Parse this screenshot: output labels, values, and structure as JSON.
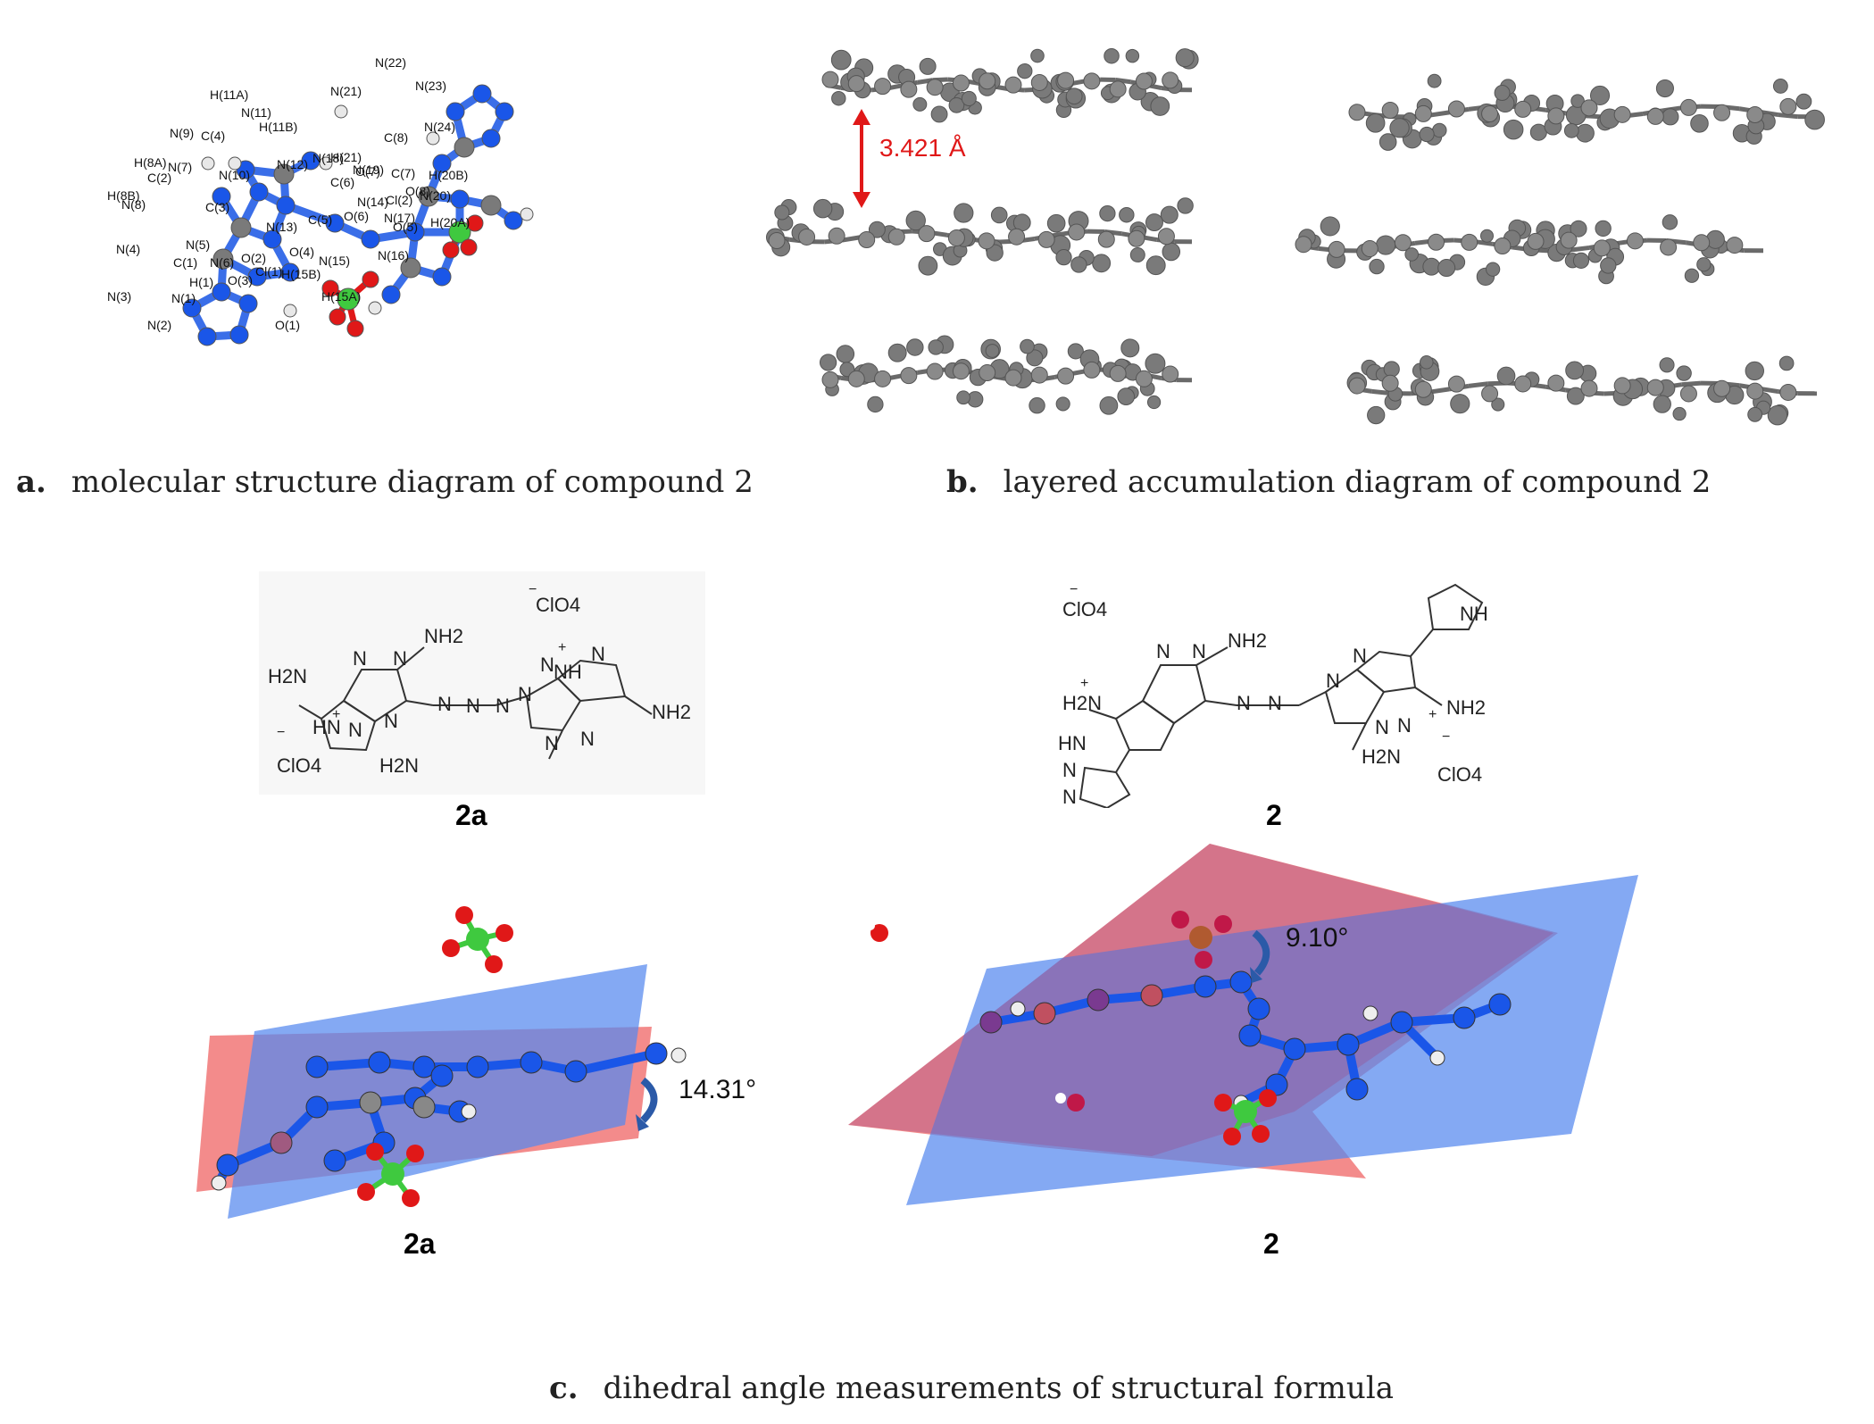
{
  "captions": {
    "a": {
      "letter": "a.",
      "text": "molecular structure diagram of compound 2"
    },
    "b": {
      "letter": "b.",
      "text": "layered accumulation diagram of compound 2"
    },
    "c": {
      "letter": "c.",
      "text": "dihedral angle measurements of structural formula"
    }
  },
  "panel_a": {
    "atom_labels": [
      "N(22)",
      "N(23)",
      "N(21)",
      "H(11A)",
      "N(11)",
      "H(11B)",
      "H(21)",
      "N(24)",
      "N(9)",
      "C(4)",
      "C(8)",
      "N(10)",
      "N(12)",
      "N(18)",
      "N(19)",
      "H(8A)",
      "N(7)",
      "C(6)",
      "O(7)",
      "C(7)",
      "H(20B)",
      "C(2)",
      "H(8B)",
      "N(8)",
      "C(3)",
      "N(14)",
      "Cl(2)",
      "O(8)",
      "N(20)",
      "N(13)",
      "C(5)",
      "O(6)",
      "N(17)",
      "O(5)",
      "H(20A)",
      "N(4)",
      "N(5)",
      "N(6)",
      "O(4)",
      "N(16)",
      "C(1)",
      "O(2)",
      "Cl(1)",
      "H(15B)",
      "N(15)",
      "H(1)",
      "O(3)",
      "N(3)",
      "N(1)",
      "H(15A)",
      "N(2)",
      "O(1)"
    ]
  },
  "panel_b": {
    "distance_label": "3.421 Å"
  },
  "panel_c": {
    "formula_2a": {
      "label": "2a",
      "texts": [
        "NH2",
        "H2N",
        "NH2",
        "H2N",
        "ClO4",
        "ClO4",
        "HN",
        "NH",
        "N",
        "N",
        "N",
        "N",
        "N",
        "N",
        "N",
        "N",
        "N",
        "N",
        "N",
        "N",
        "+",
        "+",
        "−",
        "−"
      ]
    },
    "formula_2": {
      "label": "2",
      "texts": [
        "ClO4",
        "ClO4",
        "NH2",
        "H2N",
        "H2N",
        "NH2",
        "HN",
        "NH",
        "N",
        "N",
        "N",
        "N",
        "N",
        "N",
        "N",
        "N",
        "N",
        "N",
        "+",
        "+",
        "−",
        "−"
      ]
    },
    "angle_2a": {
      "label": "2a",
      "angle": "14.31°"
    },
    "angle_2": {
      "label": "2",
      "angle": "9.10°"
    }
  },
  "colors": {
    "nitrogen": "#1a56e8",
    "carbon": "#7a7a7a",
    "hydrogen": "#e8e8e8",
    "oxygen": "#e01818",
    "chlorine": "#3fc93f",
    "plane_red": "#f06a6a",
    "plane_blue": "#5588ee",
    "distance_arrow": "#e01818"
  }
}
